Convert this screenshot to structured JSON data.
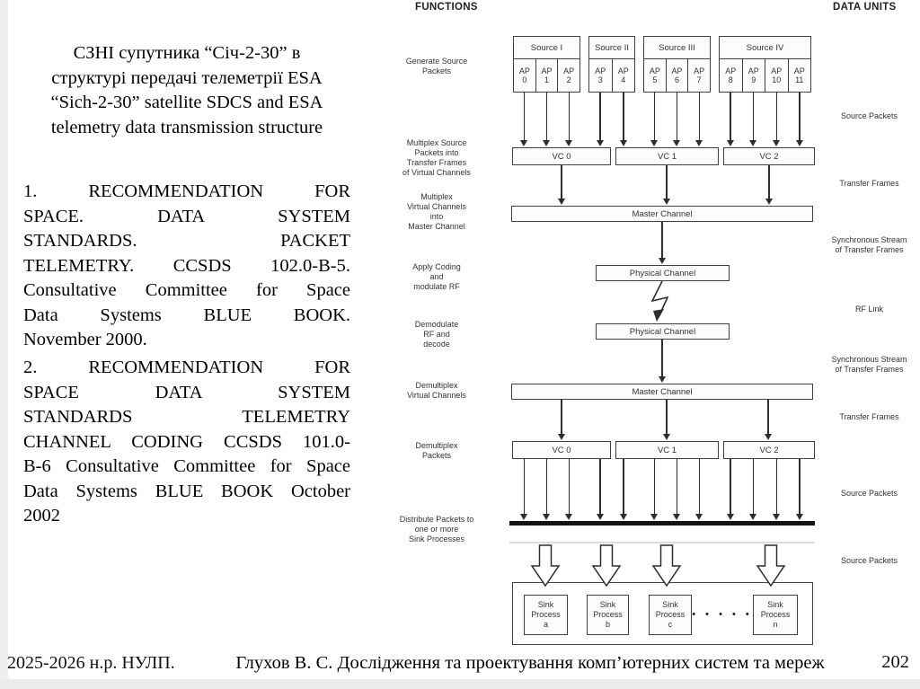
{
  "left_panel": {
    "title_lines": [
      "СЗНІ супутника “Січ-2-30” в",
      "структурі передачі телеметрії ESA",
      "“Sich-2-30” satellite SDCS and ESA",
      "telemetry data transmission structure"
    ],
    "reference1_lines": [
      "1. RECOMMENDATION FOR",
      "SPACE. DATA SYSTEM",
      "STANDARDS. PACKET",
      "TELEMETRY. CCSDS 102.0-B-5.",
      "Consultative Committee for Space",
      "Data Systems BLUE BOOK.",
      "November 2000."
    ],
    "reference2_lines": [
      "2. RECOMMENDATION FOR",
      "SPACE DATA SYSTEM",
      "STANDARDS TELEMETRY",
      "CHANNEL CODING CCSDS 101.0-",
      "B-6 Consultative Committee for Space",
      "Data Systems BLUE BOOK October",
      "2002"
    ]
  },
  "footer": {
    "left": "2025-2026 н.р. НУЛП.",
    "center": "Глухов В. С. Дослідження та проектування комп’ютерних систем та мереж",
    "page": "202"
  },
  "diagram": {
    "functions_header": "FUNCTIONS",
    "data_units_header": "DATA UNITS",
    "function_labels": [
      "Generate Source\nPackets",
      "Multiplex Source\nPackets into\nTransfer Frames\nof Virtual Channels",
      "Multiplex\nVirtual Channels\ninto\nMaster Channel",
      "Apply Coding\nand\nmodulate RF",
      "Demodulate\nRF and\ndecode",
      "Demultiplex\nVirtual Channels",
      "Demultiplex\nPackets",
      "Distribute Packets to\none or more\nSink Processes"
    ],
    "data_unit_labels": [
      "Source Packets",
      "Transfer Frames",
      "Synchronous Stream\nof Transfer Frames",
      "RF Link",
      "Synchronous Stream\nof Transfer Frames",
      "Transfer Frames",
      "Source Packets",
      "Source Packets"
    ],
    "sources": [
      {
        "name": "Source I",
        "aps": [
          "AP\n0",
          "AP\n1",
          "AP\n2"
        ]
      },
      {
        "name": "Source II",
        "aps": [
          "AP\n3",
          "AP\n4"
        ]
      },
      {
        "name": "Source III",
        "aps": [
          "AP\n5",
          "AP\n6",
          "AP\n7"
        ]
      },
      {
        "name": "Source IV",
        "aps": [
          "AP\n8",
          "AP\n9",
          "AP\n10",
          "AP\n11"
        ]
      }
    ],
    "virtual_channels": [
      "VC 0",
      "VC 1",
      "VC 2"
    ],
    "master_channel": "Master Channel",
    "physical_channel": "Physical Channel",
    "sink_processes": [
      "Sink\nProcess\na",
      "Sink\nProcess\nb",
      "Sink\nProcess\nc",
      "Sink\nProcess\nn"
    ],
    "ellipsis": "• • • • •",
    "stroke_color": "#2e2e2e"
  }
}
